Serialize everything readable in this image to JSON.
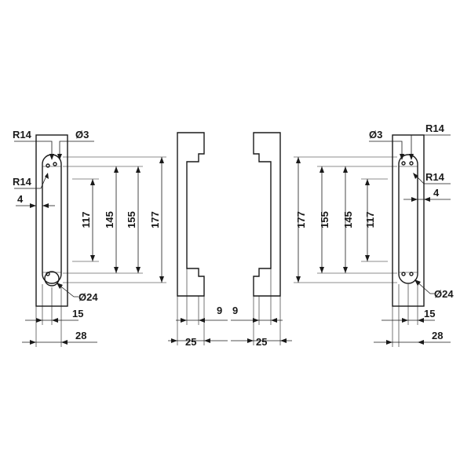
{
  "left_view": {
    "r14_top": "R14",
    "dia3": "Ø3",
    "r14_inner": "R14",
    "four": "4",
    "d117": "117",
    "d145": "145",
    "d155": "155",
    "d177": "177",
    "dia24": "Ø24",
    "d15": "15",
    "d28": "28"
  },
  "middle_left_view": {
    "d9": "9",
    "d25": "25"
  },
  "middle_right_view": {
    "d9": "9",
    "d25": "25"
  },
  "right_view": {
    "dia3": "Ø3",
    "r14_top": "R14",
    "r14_inner": "R14",
    "four": "4",
    "d177": "177",
    "d155": "155",
    "d145": "145",
    "d117": "117",
    "dia24": "Ø24",
    "d15": "15",
    "d28": "28"
  }
}
